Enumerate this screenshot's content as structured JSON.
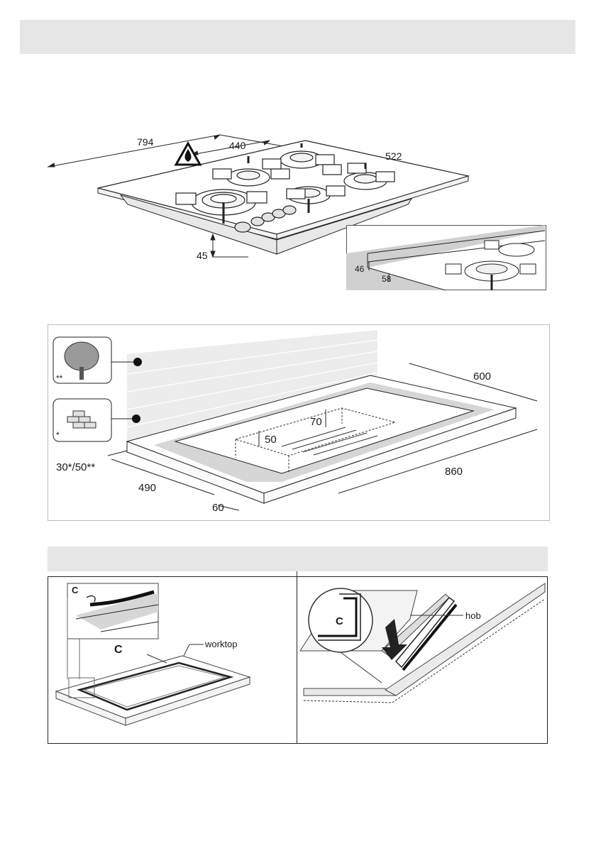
{
  "hob_figure": {
    "width_label": "794",
    "mid_label": "440",
    "depth_label": "522",
    "height_label": "45",
    "detail_upper_label": "46",
    "detail_lower_label": "58"
  },
  "cutout_figure": {
    "depth_label": "600",
    "width_label": "860",
    "drop_back_label": "70",
    "drop_front_label": "50",
    "side_clearance_label": "30*/50**",
    "wall_distance_label": "490",
    "front_margin_label": "60",
    "wood_marker": "**",
    "brick_marker": "*"
  },
  "seal_left": {
    "detail_letter": "C",
    "main_letter": "C",
    "worktop_label": "worktop"
  },
  "seal_right": {
    "detail_letter": "C",
    "hob_label": "hob"
  },
  "colors": {
    "header_gray": "#e6e6e6",
    "band_gray": "#cfcfcf",
    "wall_gray": "#ececec"
  }
}
